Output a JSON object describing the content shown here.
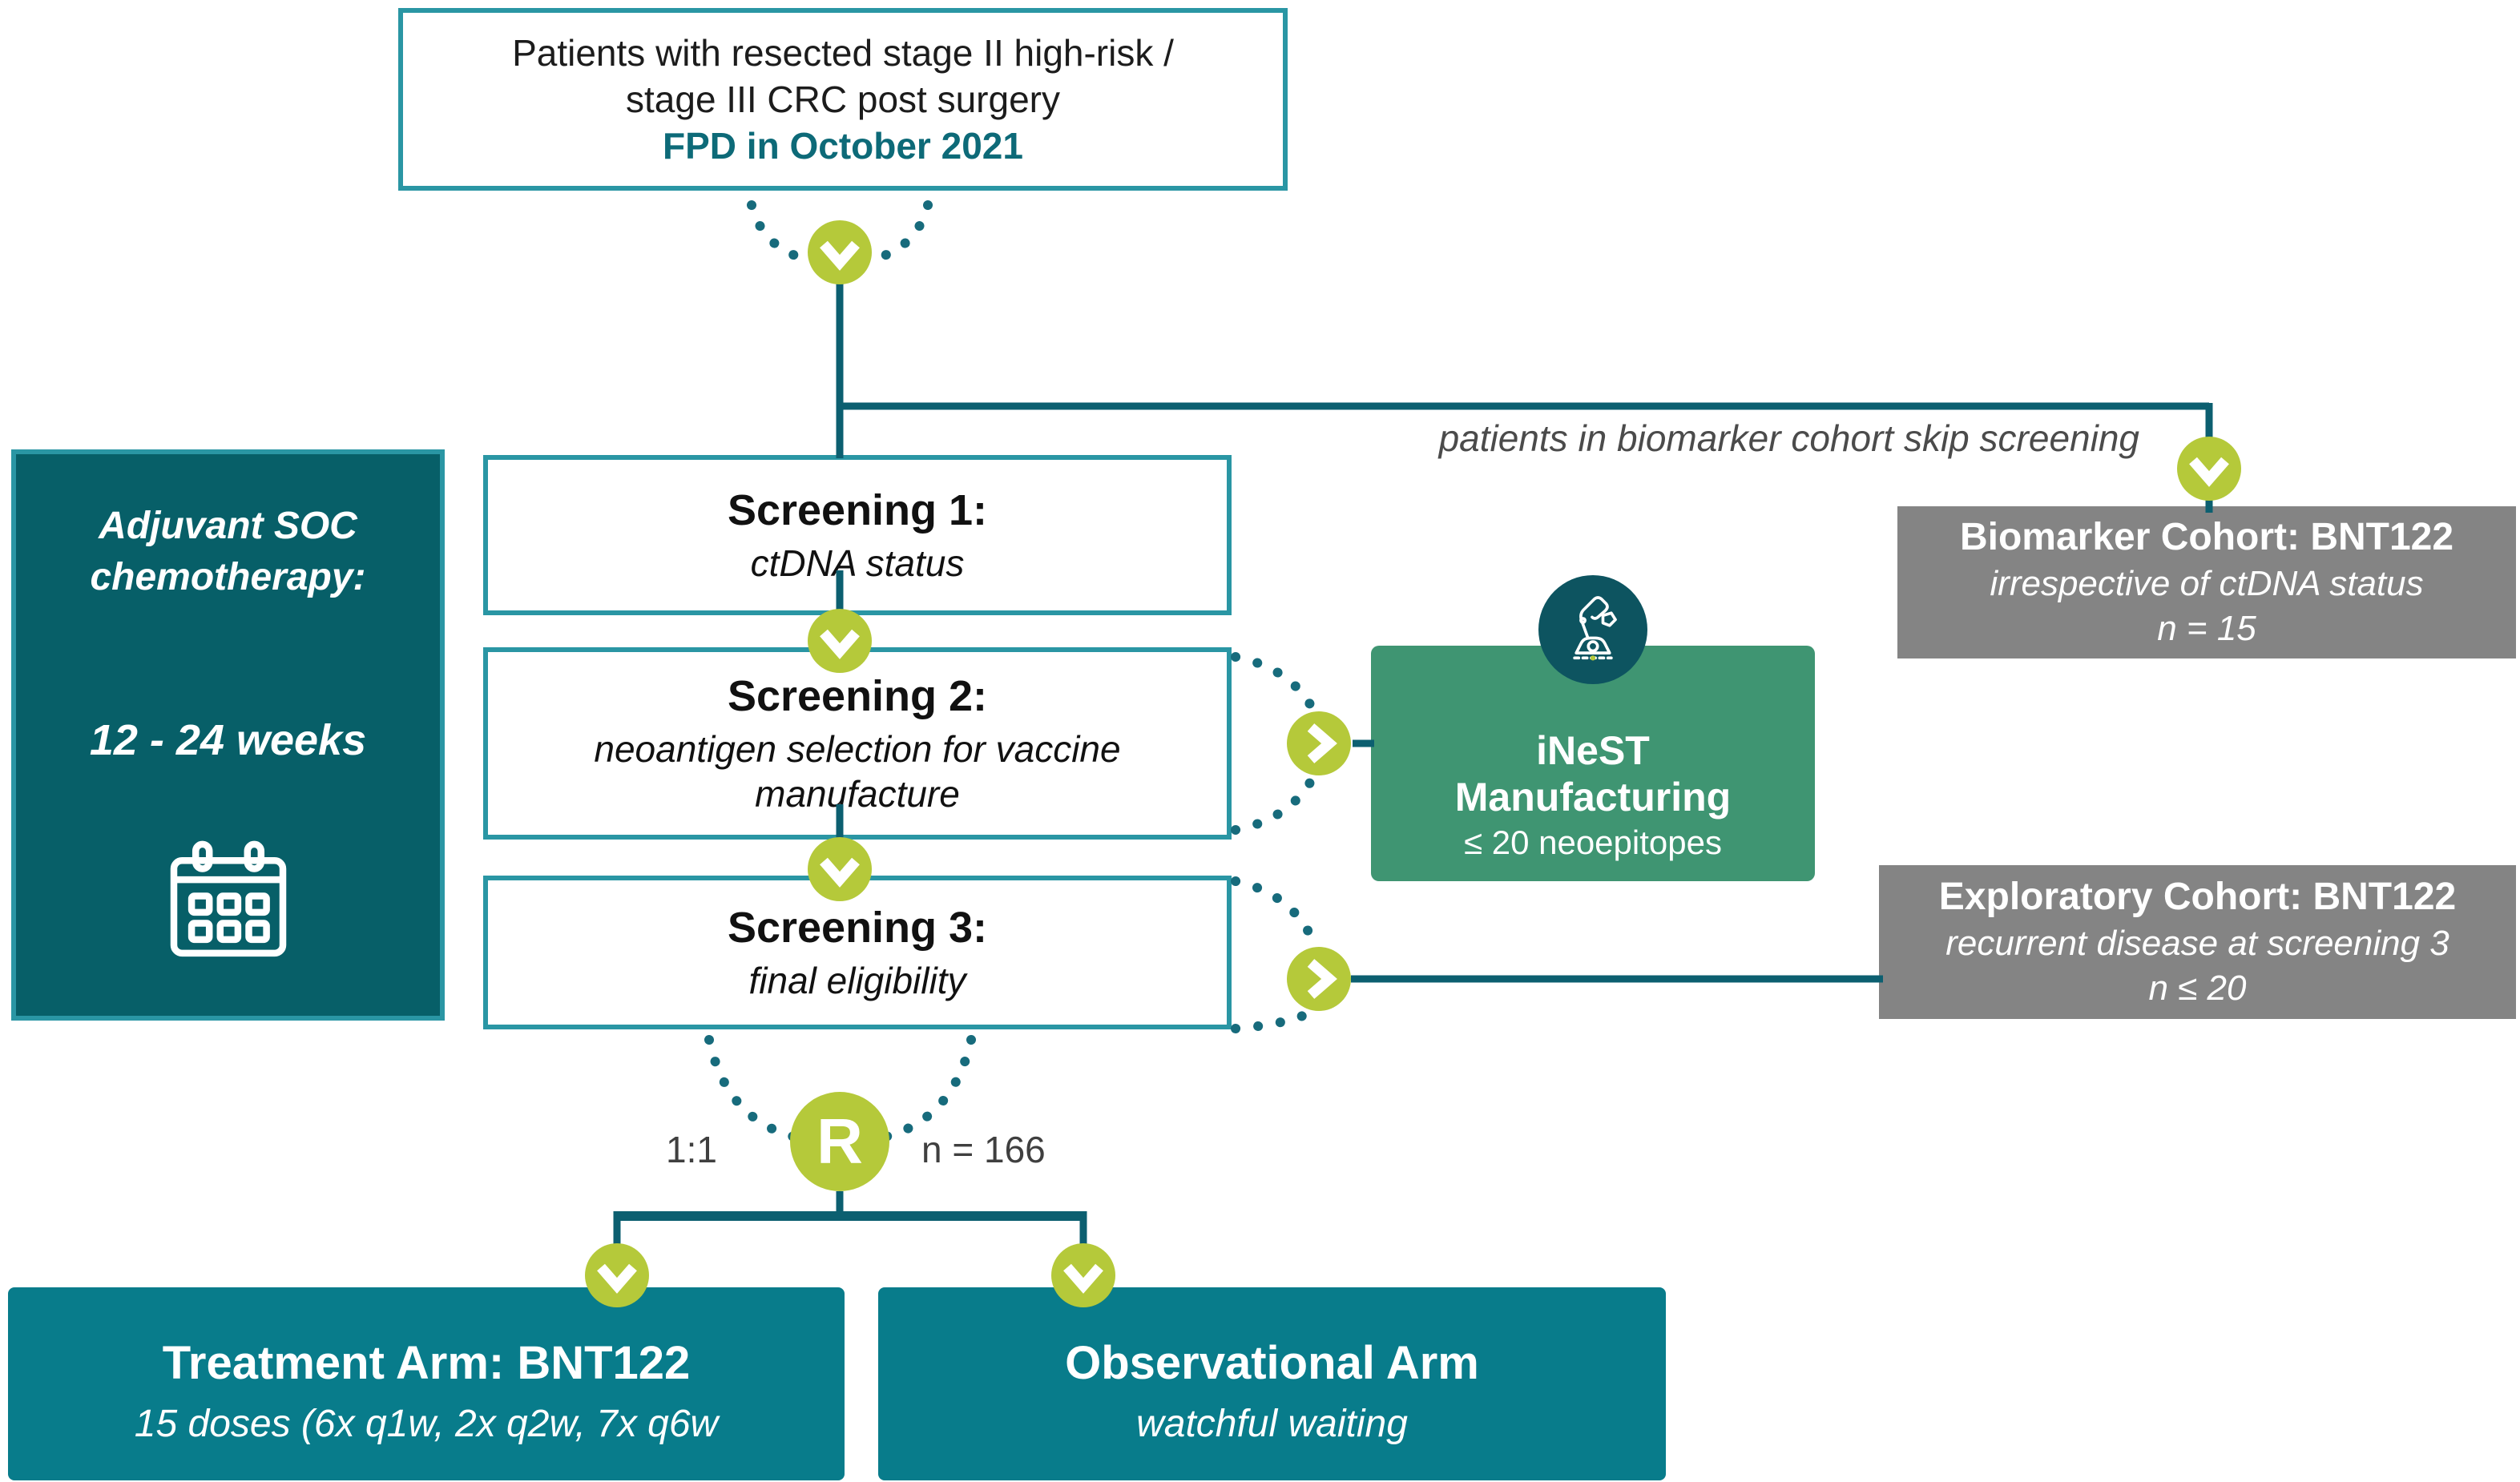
{
  "top_box": {
    "line1": "Patients with resected stage II high-risk /",
    "line2": "stage III CRC post surgery",
    "fpd": "FPD in October 2021"
  },
  "soc_box": {
    "line1": "Adjuvant SOC",
    "line2": "chemotherapy:",
    "duration": "12 - 24 weeks",
    "icon": "calendar-icon"
  },
  "screening1": {
    "title": "Screening 1:",
    "subtitle": "ctDNA status"
  },
  "screening2": {
    "title": "Screening 2:",
    "subtitle": "neoantigen selection for vaccine manufacture"
  },
  "screening3": {
    "title": "Screening 3:",
    "subtitle": "final eligibility"
  },
  "inest_box": {
    "title_line1": "iNeST",
    "title_line2": "Manufacturing",
    "note": "≤ 20 neoepitopes",
    "icon": "robot-arm-icon"
  },
  "biomarker_box": {
    "title": "Biomarker Cohort: BNT122",
    "subtitle": "irrespective of ctDNA status",
    "n": "n = 15"
  },
  "exploratory_box": {
    "title": "Exploratory Cohort: BNT122",
    "subtitle": "recurrent disease at screening 3",
    "n": "n ≤ 20"
  },
  "skip_label": "patients in biomarker cohort skip screening",
  "randomization": {
    "symbol": "R",
    "ratio": "1:1",
    "n": "n = 166"
  },
  "treatment_arm": {
    "title": "Treatment Arm: BNT122",
    "subtitle": "15 doses (6x q1w, 2x q2w, 7x q6w"
  },
  "observational_arm": {
    "title": "Observational Arm",
    "subtitle": "watchful waiting"
  },
  "colors": {
    "outline_teal": "#2a96a4",
    "dark_teal_fill": "#075f68",
    "arm_teal_fill": "#087c8b",
    "connector_teal": "#0c5f70",
    "dot_teal": "#176b7c",
    "chevron_green": "#b5c93a",
    "inest_green": "#3f9572",
    "robot_circle_teal": "#0d5460",
    "cohort_gray": "#848484",
    "fpd_text_teal": "#0d6a78",
    "label_gray": "#4b4b4b"
  }
}
